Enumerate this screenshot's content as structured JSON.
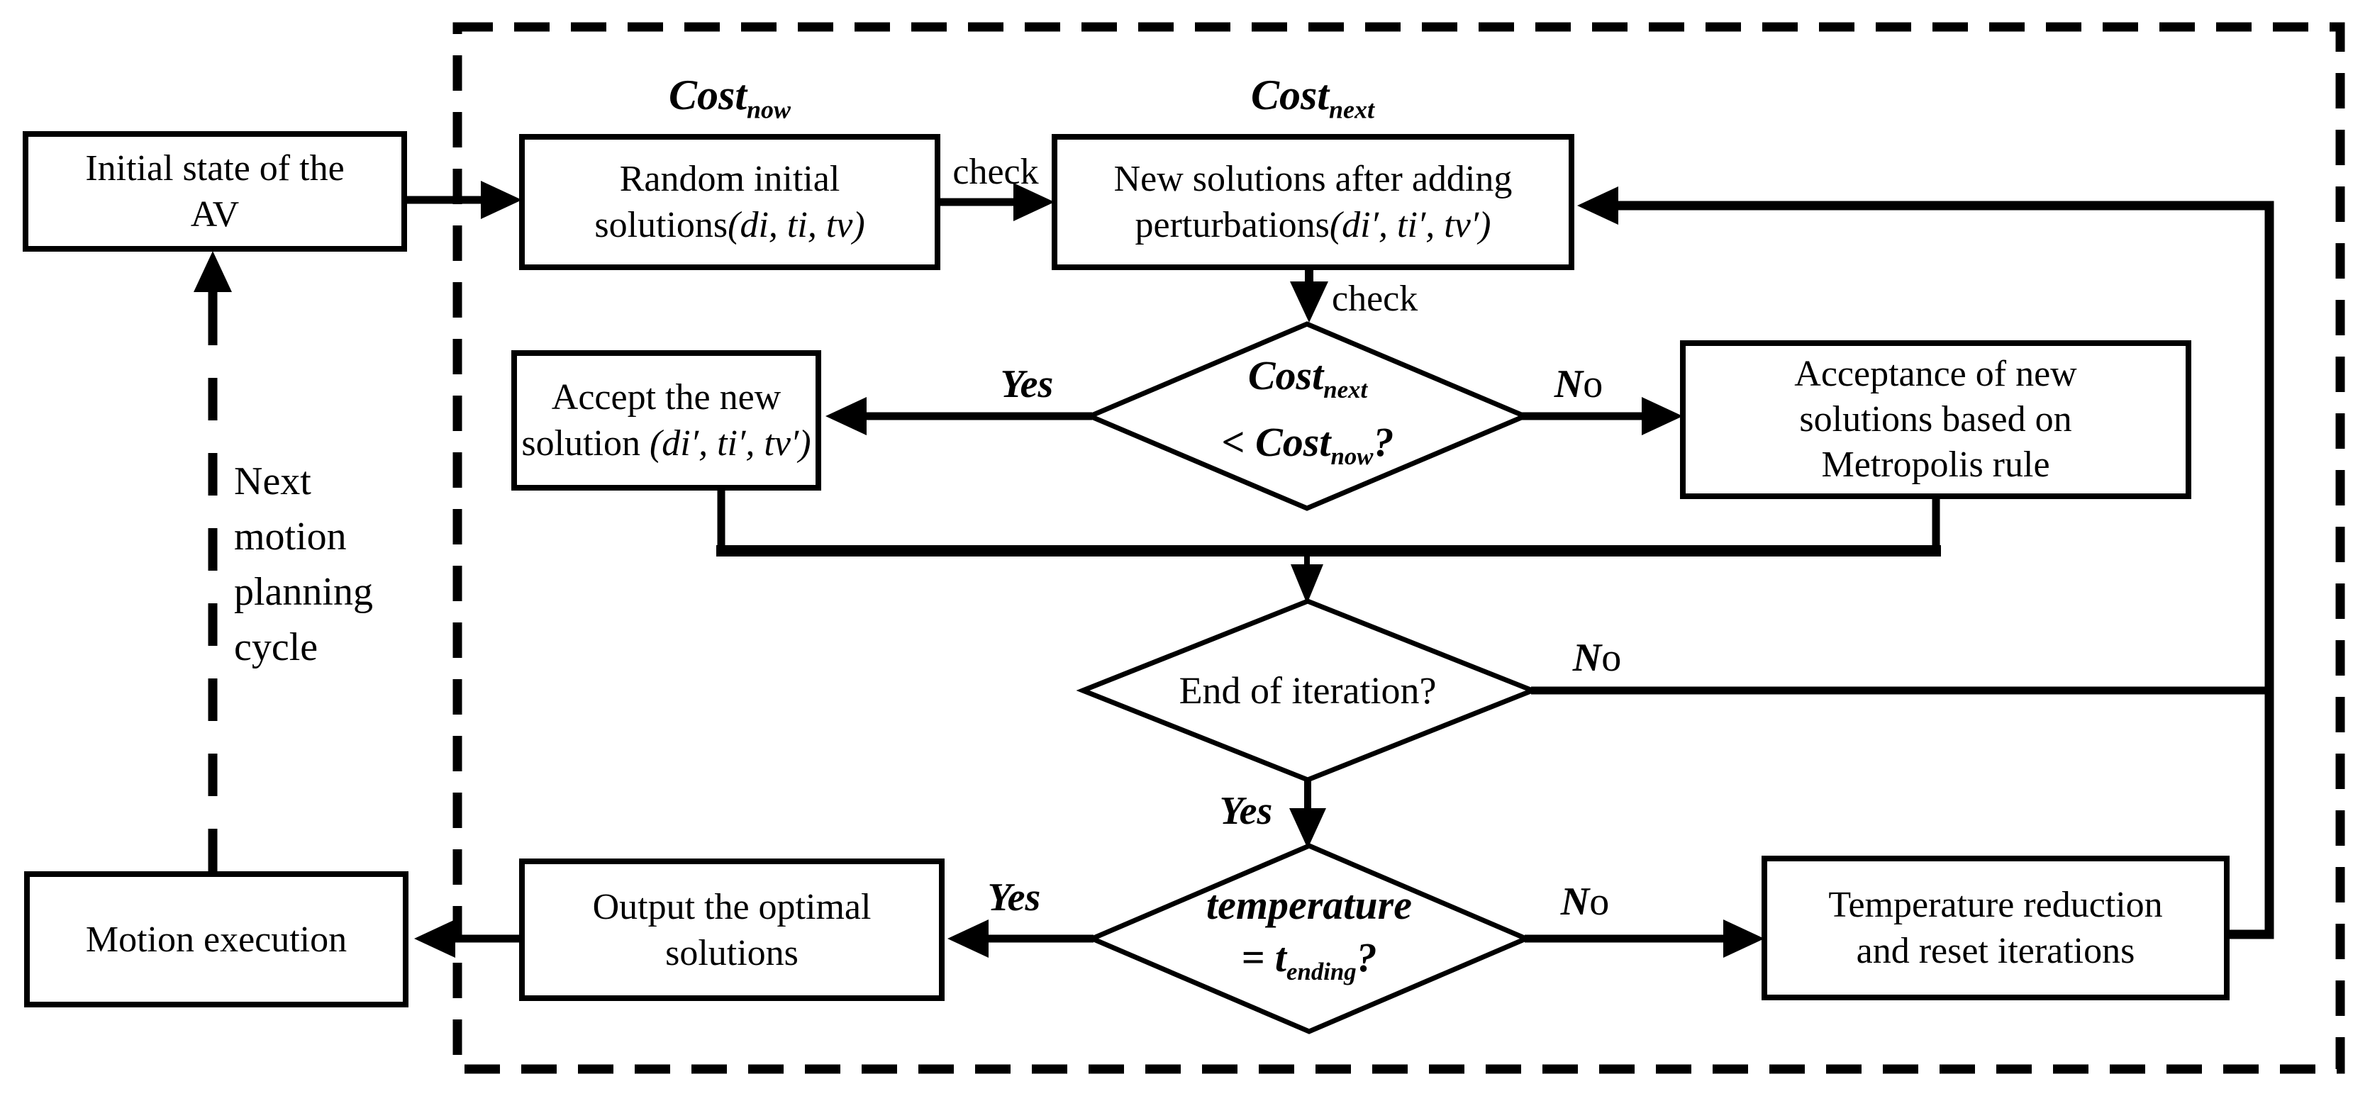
{
  "diagram": {
    "boxes": {
      "initial_state": {
        "lines": [
          "Initial state of the",
          "AV"
        ]
      },
      "random_initial": {
        "line1": "Random initial",
        "line2_text": "solutions",
        "line2_math": "(di, ti, tv)"
      },
      "new_solutions": {
        "line1": "New solutions after adding",
        "line2_text": "perturbations",
        "line2_math": "(di′, ti′, tv′)"
      },
      "accept_solution": {
        "line1": "Accept the new",
        "line2_text": "solution ",
        "line2_math": "(di′, ti′, tv′)"
      },
      "metropolis": {
        "lines": [
          "Acceptance of new",
          "solutions based on",
          "Metropolis rule"
        ]
      },
      "output_optimal": {
        "lines": [
          "Output the optimal",
          "solutions"
        ]
      },
      "motion_execution": {
        "lines": [
          "Motion execution"
        ]
      },
      "temperature_reduction": {
        "lines": [
          "Temperature reduction",
          "and reset iterations"
        ]
      }
    },
    "decisions": {
      "cost_compare": {
        "line1_main": "Cost",
        "line1_sub": "next",
        "line2_prefix": "< ",
        "line2_main": "Cost",
        "line2_sub": "now",
        "line2_suffix": "?"
      },
      "end_iteration": {
        "text": "End of iteration?"
      },
      "temperature_check": {
        "line1": "temperature",
        "line2_prefix": "= ",
        "line2_main": "t",
        "line2_sub": "ending",
        "line2_suffix": "?"
      }
    },
    "cost_labels": {
      "now": {
        "main": "Cost",
        "sub": "now"
      },
      "next": {
        "main": "Cost",
        "sub": "next"
      }
    },
    "edge_labels": {
      "check_initial": "check",
      "check_new": "check",
      "yes_cost": "Yes",
      "no_cost": {
        "bold": "N",
        "plain": "o"
      },
      "no_iteration": {
        "bold": "N",
        "plain": "o"
      },
      "yes_iteration": "Yes",
      "yes_temperature": "Yes",
      "no_temperature": {
        "bold": "N",
        "plain": "o"
      }
    },
    "side_note": {
      "lines": [
        "Next",
        "motion",
        "planning",
        "cycle"
      ]
    },
    "colors": {
      "line": "#000000",
      "background": "#ffffff"
    }
  }
}
